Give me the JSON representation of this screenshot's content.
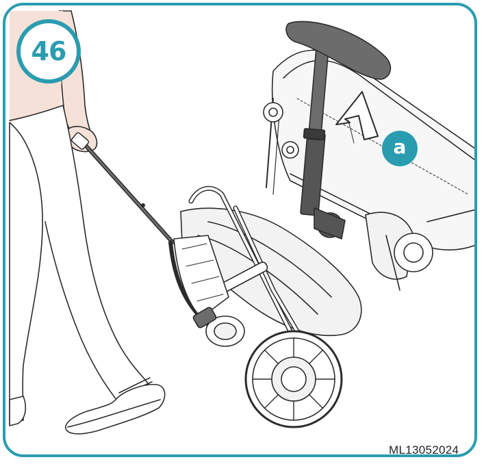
{
  "step": {
    "number": "46"
  },
  "callout": {
    "label": "a"
  },
  "footer": {
    "code": "ML13052024"
  },
  "colors": {
    "accent": "#2a9cb0",
    "skin": "#f6e1d8",
    "line": "#2b2b2b",
    "handle_grip": "#6c6c6c",
    "tube": "#555555"
  },
  "icons": {
    "arrow": "up-arrow-icon"
  }
}
